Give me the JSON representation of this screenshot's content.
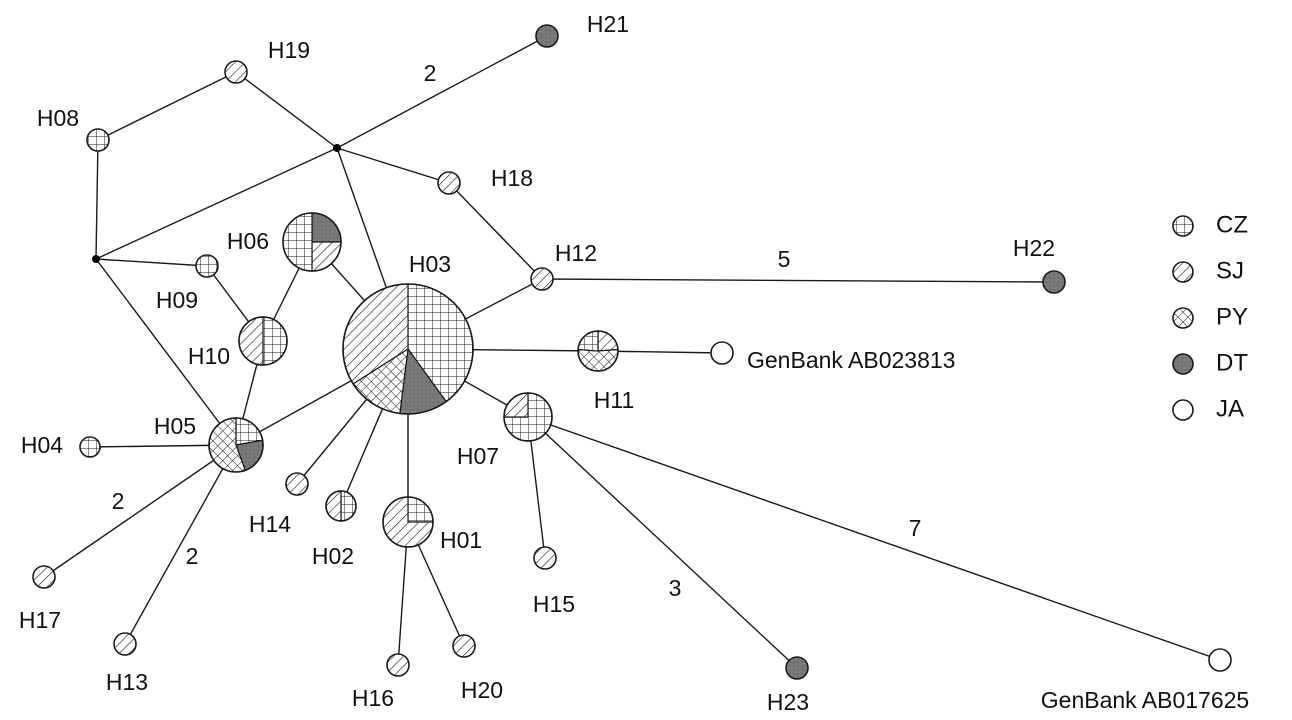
{
  "legend": {
    "items": [
      {
        "key": "CZ",
        "label": "CZ",
        "pattern": "grid"
      },
      {
        "key": "SJ",
        "label": "SJ",
        "pattern": "hatch"
      },
      {
        "key": "PY",
        "label": "PY",
        "pattern": "cross"
      },
      {
        "key": "DT",
        "label": "DT",
        "pattern": "dark"
      },
      {
        "key": "JA",
        "label": "JA",
        "pattern": "white"
      }
    ]
  },
  "pattern_colors": {
    "stroke": "#1a1a1a",
    "dark_fill": "#808080",
    "white_fill": "#ffffff"
  },
  "haplotypes": {
    "H01": {
      "label": "H01",
      "composition": [
        [
          "CZ",
          1
        ],
        [
          "SJ",
          3
        ]
      ]
    },
    "H02": {
      "label": "H02",
      "composition": [
        [
          "CZ",
          1
        ],
        [
          "SJ",
          1
        ]
      ]
    },
    "H03": {
      "label": "H03",
      "composition": [
        [
          "CZ",
          4
        ],
        [
          "DT",
          1.2
        ],
        [
          "PY",
          1.4
        ],
        [
          "SJ",
          3.4
        ]
      ]
    },
    "H04": {
      "label": "H04",
      "composition": [
        [
          "CZ",
          1
        ]
      ]
    },
    "H05": {
      "label": "H05",
      "composition": [
        [
          "CZ",
          1
        ],
        [
          "DT",
          1
        ],
        [
          "PY",
          2.5
        ]
      ]
    },
    "H06": {
      "label": "H06",
      "composition": [
        [
          "DT",
          1
        ],
        [
          "SJ",
          1
        ],
        [
          "CZ",
          2
        ]
      ]
    },
    "H07": {
      "label": "H07",
      "composition": [
        [
          "CZ",
          3
        ],
        [
          "SJ",
          1
        ]
      ]
    },
    "H08": {
      "label": "H08",
      "composition": [
        [
          "CZ",
          1
        ]
      ]
    },
    "H09": {
      "label": "H09",
      "composition": [
        [
          "CZ",
          1
        ]
      ]
    },
    "H10": {
      "label": "H10",
      "composition": [
        [
          "CZ",
          1
        ],
        [
          "SJ",
          1
        ]
      ]
    },
    "H11": {
      "label": "H11",
      "composition": [
        [
          "SJ",
          1
        ],
        [
          "PY",
          2.2
        ],
        [
          "CZ",
          1
        ]
      ]
    },
    "H12": {
      "label": "H12",
      "composition": [
        [
          "SJ",
          1
        ]
      ]
    },
    "H13": {
      "label": "H13",
      "composition": [
        [
          "SJ",
          1
        ]
      ]
    },
    "H14": {
      "label": "H14",
      "composition": [
        [
          "SJ",
          1
        ]
      ]
    },
    "H15": {
      "label": "H15",
      "composition": [
        [
          "SJ",
          1
        ]
      ]
    },
    "H16": {
      "label": "H16",
      "composition": [
        [
          "SJ",
          1
        ]
      ]
    },
    "H17": {
      "label": "H17",
      "composition": [
        [
          "SJ",
          1
        ]
      ]
    },
    "H18": {
      "label": "H18",
      "composition": [
        [
          "SJ",
          1
        ]
      ]
    },
    "H19": {
      "label": "H19",
      "composition": [
        [
          "SJ",
          1
        ]
      ]
    },
    "H20": {
      "label": "H20",
      "composition": [
        [
          "SJ",
          1
        ]
      ]
    },
    "H21": {
      "label": "H21",
      "composition": [
        [
          "DT",
          1
        ]
      ]
    },
    "H22": {
      "label": "H22",
      "composition": [
        [
          "DT",
          1
        ]
      ]
    },
    "H23": {
      "label": "H23",
      "composition": [
        [
          "DT",
          1
        ]
      ]
    },
    "AB023813": {
      "label": "GenBank AB023813",
      "composition": [
        [
          "JA",
          1
        ]
      ]
    },
    "AB017625": {
      "label": "GenBank AB017625",
      "composition": [
        [
          "JA",
          1
        ]
      ]
    }
  },
  "mutation_steps": [
    {
      "edge": "mv2-H21",
      "label": "2"
    },
    {
      "edge": "H12-H22",
      "label": "5"
    },
    {
      "edge": "H05-H17",
      "label": "2"
    },
    {
      "edge": "H05-H13",
      "label": "2"
    },
    {
      "edge": "H07-H23",
      "label": "3"
    },
    {
      "edge": "H07-AB017625",
      "label": "7"
    }
  ]
}
